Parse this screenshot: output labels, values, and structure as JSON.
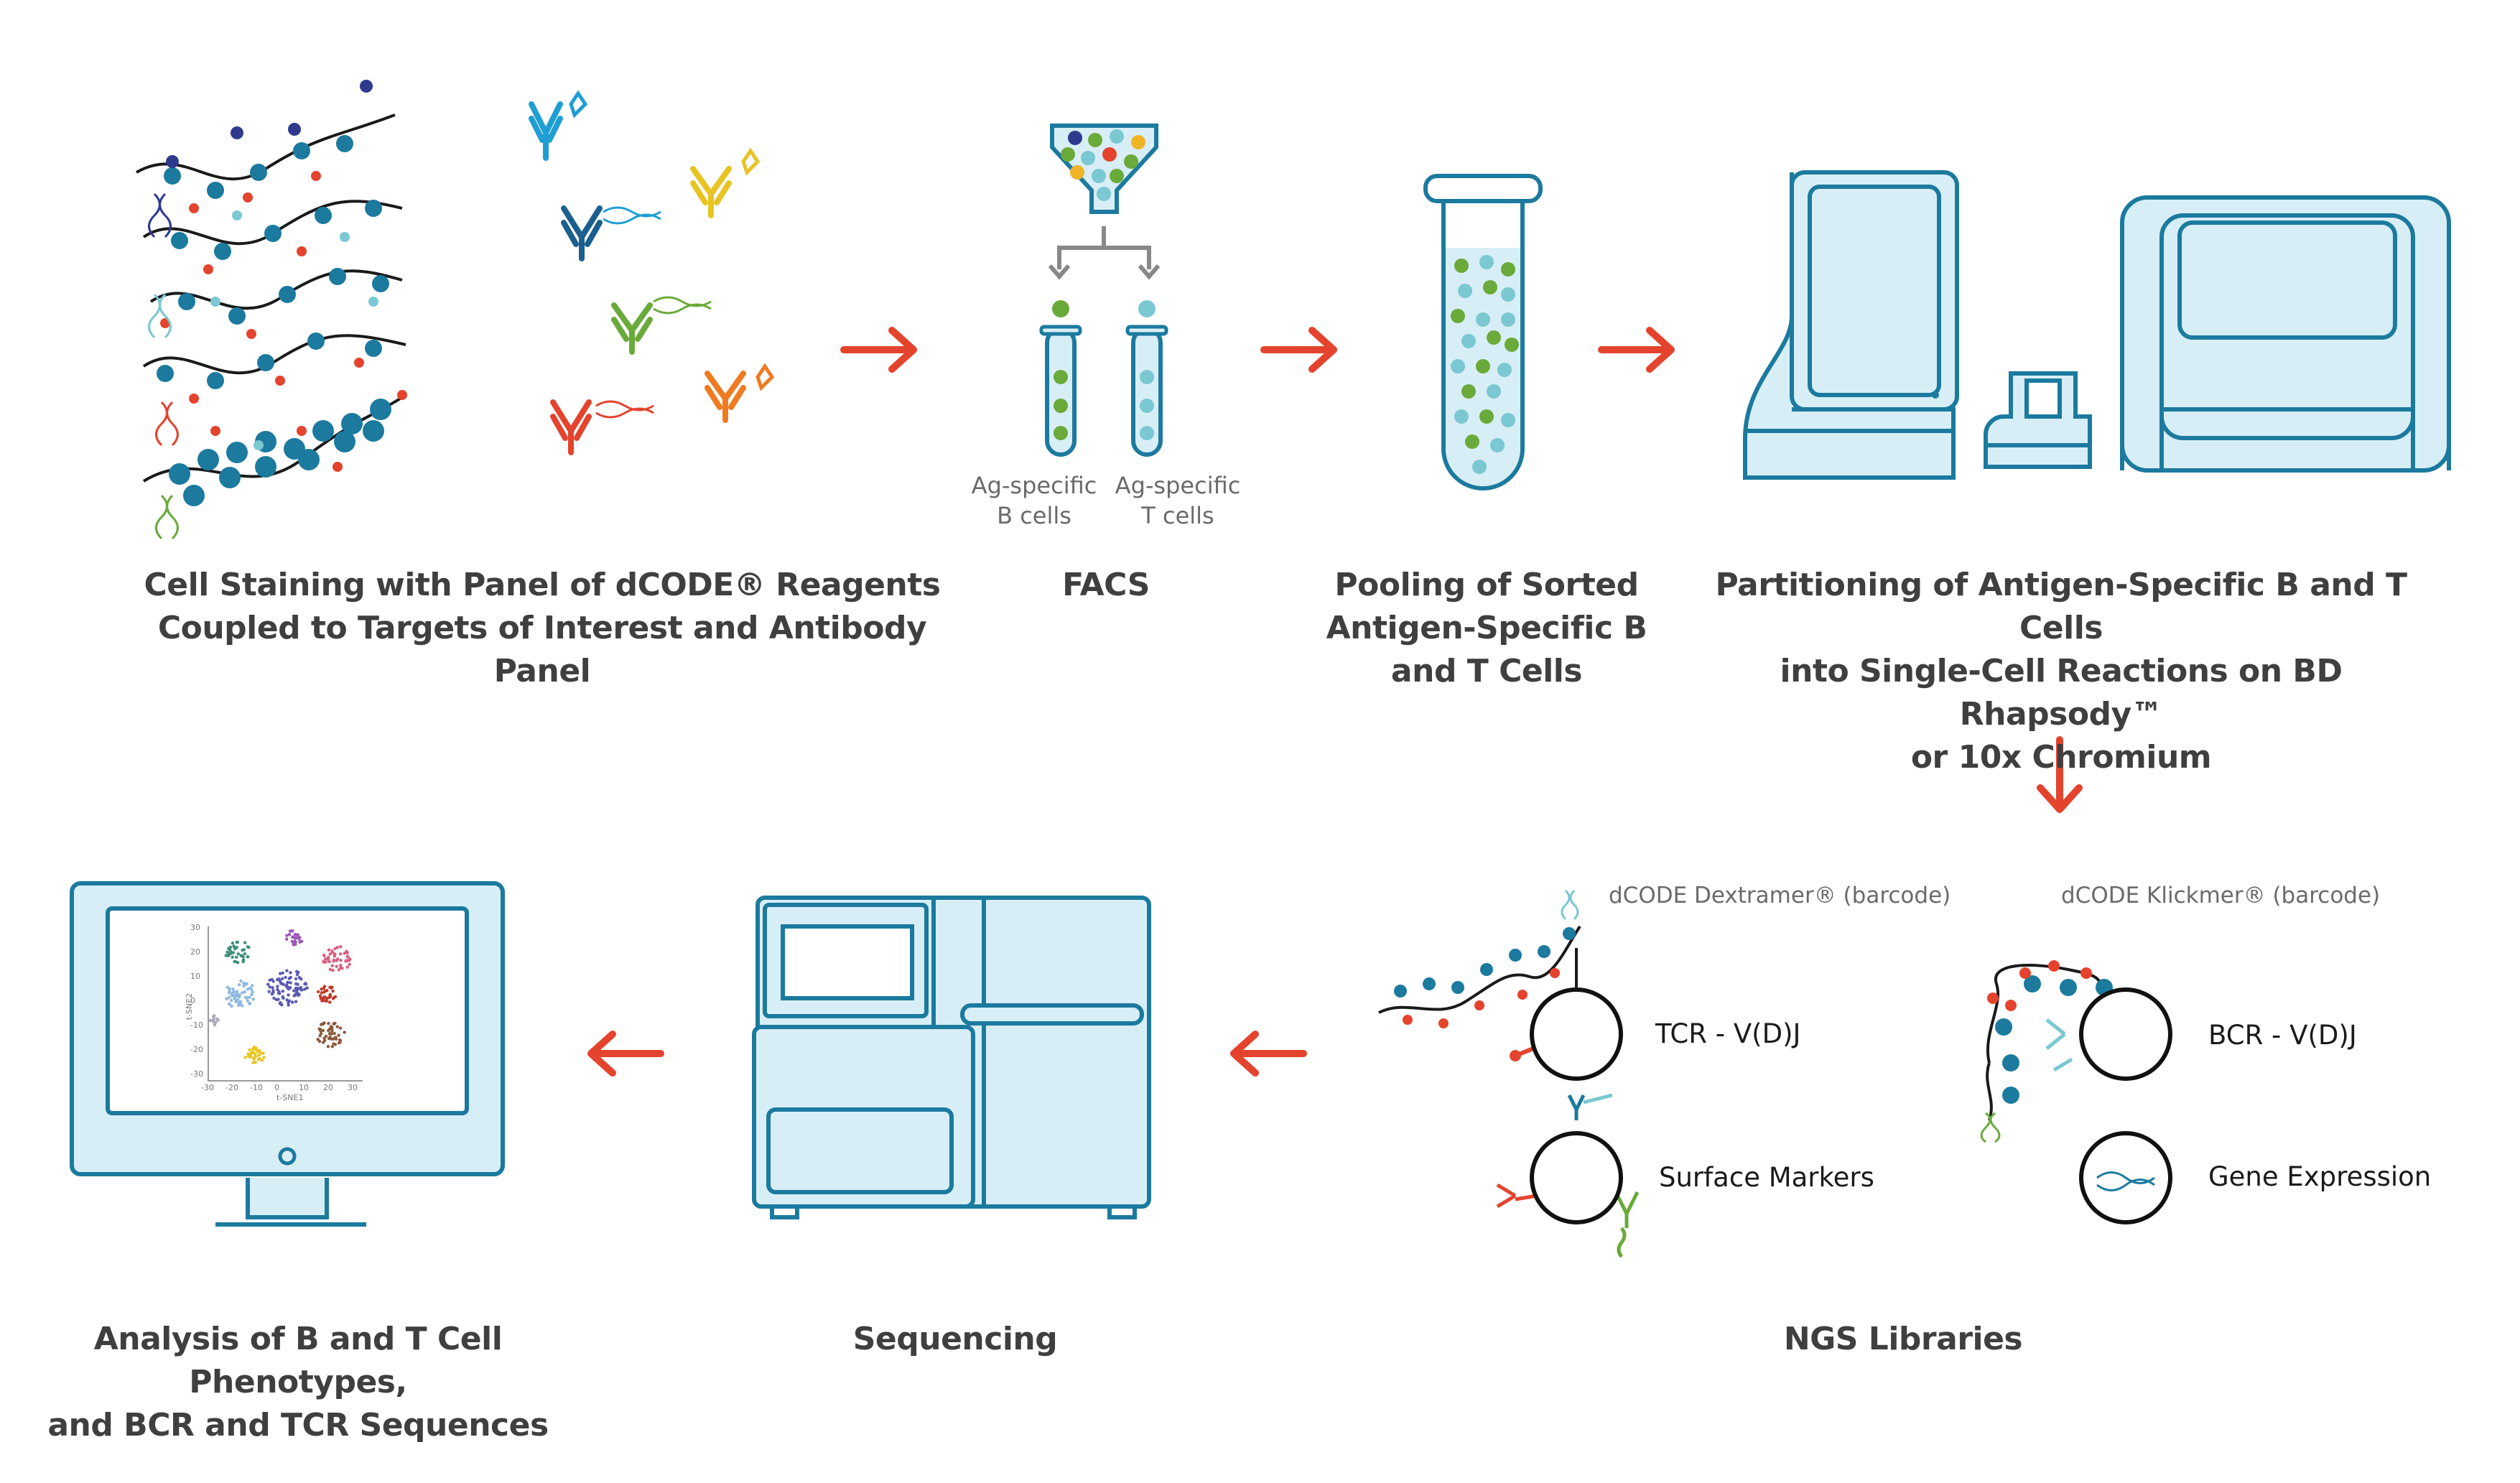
{
  "steps": {
    "staining": "Cell Staining with Panel of dCODE® Reagents\nCoupled to Targets of Interest and Antibody Panel",
    "facs": "FACS",
    "pooling": "Pooling of Sorted\nAntigen-Specific B\nand T Cells",
    "partitioning": "Partitioning of Antigen-Specific B and T Cells\ninto Single-Cell Reactions on BD Rhapsody™\nor 10x Chromium",
    "ngs": "NGS Libraries",
    "sequencing": "Sequencing",
    "analysis": "Analysis of B and T Cell Phenotypes,\nand BCR and TCR Sequences"
  },
  "facs_tubes": {
    "b_cells": "Ag-specific\nB cells",
    "t_cells": "Ag-specific\nT cells"
  },
  "ngs": {
    "dextramer_barcode": "dCODE Dextramer® (barcode)",
    "klickmer_barcode": "dCODE Klickmer® (barcode)",
    "tcr": "TCR - V(D)J",
    "bcr": "BCR - V(D)J",
    "surface_markers": "Surface Markers",
    "gene_expression": "Gene Expression"
  },
  "tsne_plot": {
    "xlabel": "t-SNE1",
    "ylabel": "t-SNE2",
    "x_ticks": [
      "-30",
      "-20",
      "-10",
      "0",
      "10",
      "20",
      "30"
    ],
    "y_ticks": [
      "30",
      "20",
      "10",
      "0",
      "-10",
      "-20",
      "-30"
    ]
  },
  "colors": {
    "outline": "#1b7a9e",
    "fill": "#d8eef6",
    "arrow": "#e4432d",
    "text": "#3f3f3f",
    "green": "#6aaa3a",
    "teal": "#7ac8d2",
    "navy": "#2f3a8f"
  }
}
